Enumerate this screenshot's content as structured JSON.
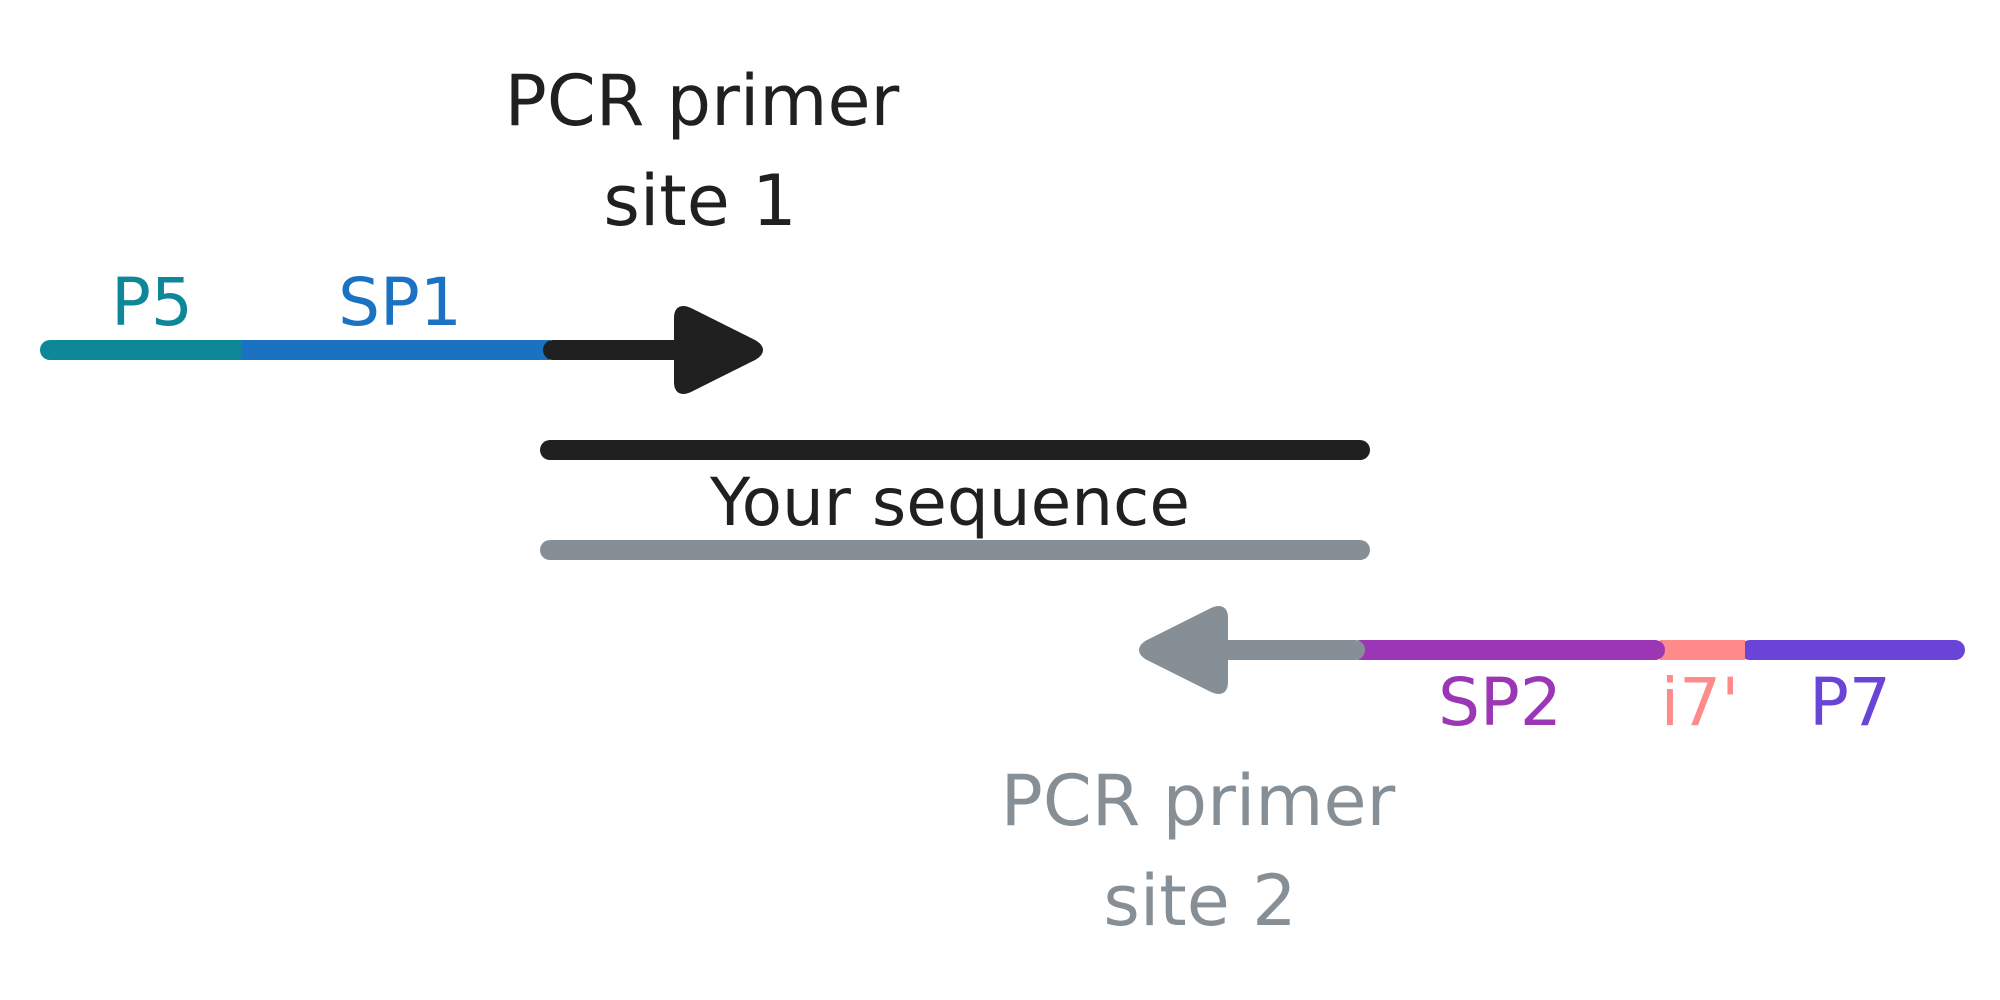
{
  "diagram": {
    "forward_primer": {
      "title_line1": "PCR primer",
      "title_line2": "site 1",
      "segments": [
        {
          "label": "P5",
          "color": "#0E8799"
        },
        {
          "label": "SP1",
          "color": "#1B72C2"
        }
      ],
      "arrow_color": "#202020"
    },
    "template": {
      "label": "Your sequence",
      "top_strand_color": "#202020",
      "bottom_strand_color": "#878F96"
    },
    "reverse_primer": {
      "title_line1": "PCR primer",
      "title_line2": "site 2",
      "segments": [
        {
          "label": "SP2",
          "color": "#9B37B4"
        },
        {
          "label": "i7'",
          "color": "#FF8A8A"
        },
        {
          "label": "P7",
          "color": "#6A44D9"
        }
      ],
      "arrow_color": "#878F96"
    }
  }
}
